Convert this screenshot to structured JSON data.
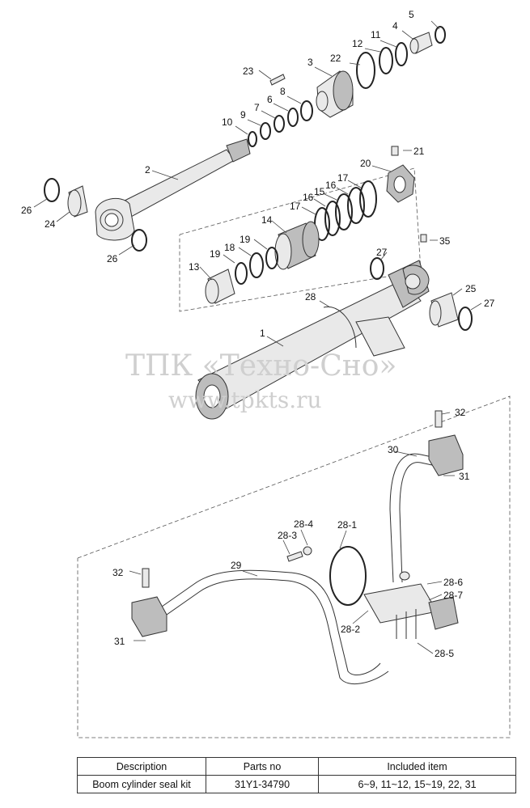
{
  "callouts": [
    {
      "id": "c5",
      "text": "5"
    },
    {
      "id": "c4",
      "text": "4"
    },
    {
      "id": "c11",
      "text": "11"
    },
    {
      "id": "c12",
      "text": "12"
    },
    {
      "id": "c22",
      "text": "22"
    },
    {
      "id": "c3",
      "text": "3"
    },
    {
      "id": "c23",
      "text": "23"
    },
    {
      "id": "c8",
      "text": "8"
    },
    {
      "id": "c6",
      "text": "6"
    },
    {
      "id": "c7",
      "text": "7"
    },
    {
      "id": "c9",
      "text": "9"
    },
    {
      "id": "c10",
      "text": "10"
    },
    {
      "id": "c2",
      "text": "2"
    },
    {
      "id": "c21",
      "text": "21"
    },
    {
      "id": "c20",
      "text": "20"
    },
    {
      "id": "c26a",
      "text": "26"
    },
    {
      "id": "c24",
      "text": "24"
    },
    {
      "id": "c26b",
      "text": "26"
    },
    {
      "id": "c17a",
      "text": "17"
    },
    {
      "id": "c16a",
      "text": "16"
    },
    {
      "id": "c15",
      "text": "15"
    },
    {
      "id": "c16b",
      "text": "16"
    },
    {
      "id": "c17b",
      "text": "17"
    },
    {
      "id": "c14",
      "text": "14"
    },
    {
      "id": "c35",
      "text": "35"
    },
    {
      "id": "c19a",
      "text": "19"
    },
    {
      "id": "c18",
      "text": "18"
    },
    {
      "id": "c19b",
      "text": "19"
    },
    {
      "id": "c13",
      "text": "13"
    },
    {
      "id": "c27a",
      "text": "27"
    },
    {
      "id": "c25",
      "text": "25"
    },
    {
      "id": "c27b",
      "text": "27"
    },
    {
      "id": "c28",
      "text": "28"
    },
    {
      "id": "c1",
      "text": "1"
    },
    {
      "id": "c32a",
      "text": "32"
    },
    {
      "id": "c30",
      "text": "30"
    },
    {
      "id": "c31a",
      "text": "31"
    },
    {
      "id": "c28_4",
      "text": "28-4"
    },
    {
      "id": "c28_1",
      "text": "28-1"
    },
    {
      "id": "c28_3",
      "text": "28-3"
    },
    {
      "id": "c29",
      "text": "29"
    },
    {
      "id": "c32b",
      "text": "32"
    },
    {
      "id": "c28_6",
      "text": "28-6"
    },
    {
      "id": "c28_7",
      "text": "28-7"
    },
    {
      "id": "c28_2",
      "text": "28-2"
    },
    {
      "id": "c31b",
      "text": "31"
    },
    {
      "id": "c28_5",
      "text": "28-5"
    }
  ],
  "watermark": {
    "line1": "ТПК «Техно-Сно»",
    "line2": "www.tpkts.ru"
  },
  "table": {
    "headers": [
      "Description",
      "Parts no",
      "Included item"
    ],
    "rows": [
      [
        "Boom cylinder seal kit",
        "31Y1-34790",
        "6~9, 11~12, 15~19, 22, 31"
      ]
    ]
  }
}
